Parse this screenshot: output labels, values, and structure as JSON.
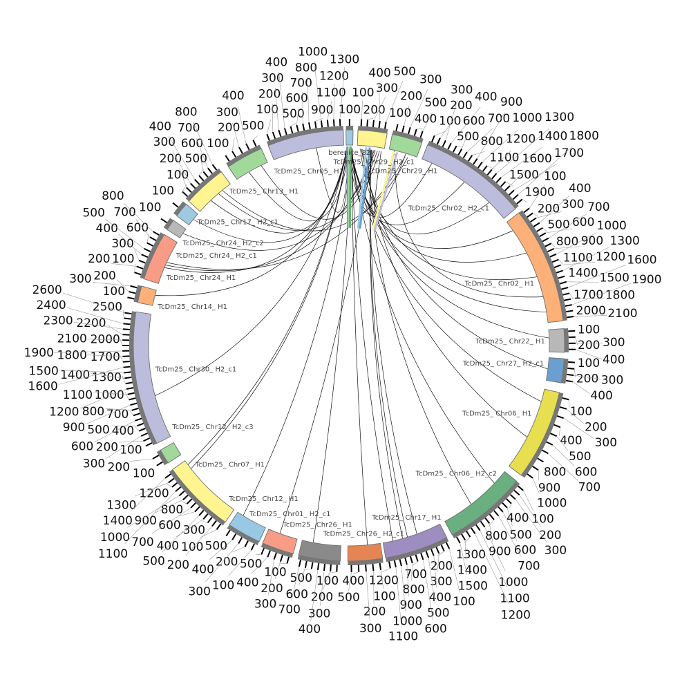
{
  "segments": [
    {
      "name": "berenice_82",
      "length": 100,
      "color": "#9ecae1"
    },
    {
      "name": "TcDm25_ Chr29_ H2_c1",
      "length": 500,
      "color": "#fff48f"
    },
    {
      "name": "TcDm25_ Chr29_ H1",
      "length": 500,
      "color": "#a1d99b"
    },
    {
      "name": "TcDm25_ Chr02_ H2_c1",
      "length": 1900,
      "color": "#bcbddc"
    },
    {
      "name": "TcDm25_ Chr02_ H1",
      "length": 2100,
      "color": "#fdb078"
    },
    {
      "name": "TcDm25_ Chr22_ H1",
      "length": 400,
      "color": "#b8b8b8"
    },
    {
      "name": "TcDm25_ Chr27_ H2_c1",
      "length": 400,
      "color": "#6a9fcf"
    },
    {
      "name": "TcDm25_ Chr06_ H1",
      "length": 1000,
      "color": "#e8df50"
    },
    {
      "name": "TcDm25_ Chr06_ H2_c2",
      "length": 1500,
      "color": "#6aaf7f"
    },
    {
      "name": "TcDm25_ Chr17_ H1",
      "length": 1200,
      "color": "#9e8dc0"
    },
    {
      "name": "TcDm25_ Chr26_ H2_c1",
      "length": 500,
      "color": "#e58553"
    },
    {
      "name": "TcDm25_ Chr26_ H1",
      "length": 700,
      "color": "#8a8a8a"
    },
    {
      "name": "TcDm25_ Chr01_ H2_c1",
      "length": 500,
      "color": "#f89c85"
    },
    {
      "name": "TcDm25_ Chr12_ H1",
      "length": 500,
      "color": "#98c8e3"
    },
    {
      "name": "TcDm25_ Chr07_ H1",
      "length": 1400,
      "color": "#fff48f"
    },
    {
      "name": "TcDm25_ Chr12_ H2_c3",
      "length": 200,
      "color": "#a1d99b"
    },
    {
      "name": "TcDm25_ Chr30_ H2_c1",
      "length": 2600,
      "color": "#bcbddc"
    },
    {
      "name": "TcDm25_ Chr14_ H1",
      "length": 300,
      "color": "#fdb078"
    },
    {
      "name": "TcDm25_ Chr24_ H1",
      "length": 800,
      "color": "#f89c85"
    },
    {
      "name": "TcDm25_ Chr24_ H2_c1",
      "length": 100,
      "color": "#b8b8b8"
    },
    {
      "name": "TcDm25_ Chr24_ H2_c2",
      "length": 100,
      "color": "#9ecae1"
    },
    {
      "name": "TcDm25_ Chr17_ H2_c1",
      "length": 800,
      "color": "#fff48f"
    },
    {
      "name": "TcDm25_ Chr13_ H1",
      "length": 500,
      "color": "#a1d99b"
    },
    {
      "name": "TcDm25_ Chr05_ H1",
      "length": 1300,
      "color": "#bcbddc"
    }
  ],
  "tick_interval": 100,
  "links": [
    [
      3,
      200,
      0,
      30
    ],
    [
      3,
      900,
      0,
      40
    ],
    [
      3,
      1500,
      1,
      60
    ],
    [
      4,
      200,
      0,
      50
    ],
    [
      4,
      700,
      0,
      55
    ],
    [
      4,
      1200,
      1,
      80
    ],
    [
      4,
      1600,
      2,
      120
    ],
    [
      4,
      1900,
      0,
      60
    ],
    [
      5,
      150,
      0,
      65
    ],
    [
      6,
      200,
      1,
      100
    ],
    [
      7,
      150,
      0,
      70
    ],
    [
      7,
      600,
      1,
      150
    ],
    [
      8,
      300,
      0,
      75
    ],
    [
      8,
      900,
      1,
      200
    ],
    [
      9,
      500,
      1,
      250
    ],
    [
      9,
      700,
      1,
      260
    ],
    [
      9,
      800,
      1,
      270
    ],
    [
      9,
      1000,
      0,
      80
    ],
    [
      10,
      200,
      0,
      85
    ],
    [
      11,
      500,
      0,
      88
    ],
    [
      12,
      300,
      1,
      300
    ],
    [
      13,
      400,
      0,
      90
    ],
    [
      14,
      1300,
      0,
      20
    ],
    [
      14,
      1200,
      0,
      25
    ],
    [
      16,
      900,
      0,
      15
    ],
    [
      17,
      200,
      0,
      10
    ],
    [
      18,
      300,
      0,
      12
    ],
    [
      18,
      350,
      1,
      320
    ],
    [
      18,
      400,
      2,
      300
    ],
    [
      19,
      50,
      1,
      340
    ],
    [
      20,
      50,
      0,
      8
    ],
    [
      21,
      300,
      0,
      5
    ],
    [
      21,
      500,
      1,
      380
    ],
    [
      21,
      600,
      2,
      350
    ],
    [
      22,
      200,
      0,
      45
    ],
    [
      22,
      400,
      1,
      420
    ],
    [
      23,
      800,
      0,
      35
    ],
    [
      2,
      100,
      1,
      450
    ],
    [
      2,
      300,
      0,
      92
    ]
  ]
}
